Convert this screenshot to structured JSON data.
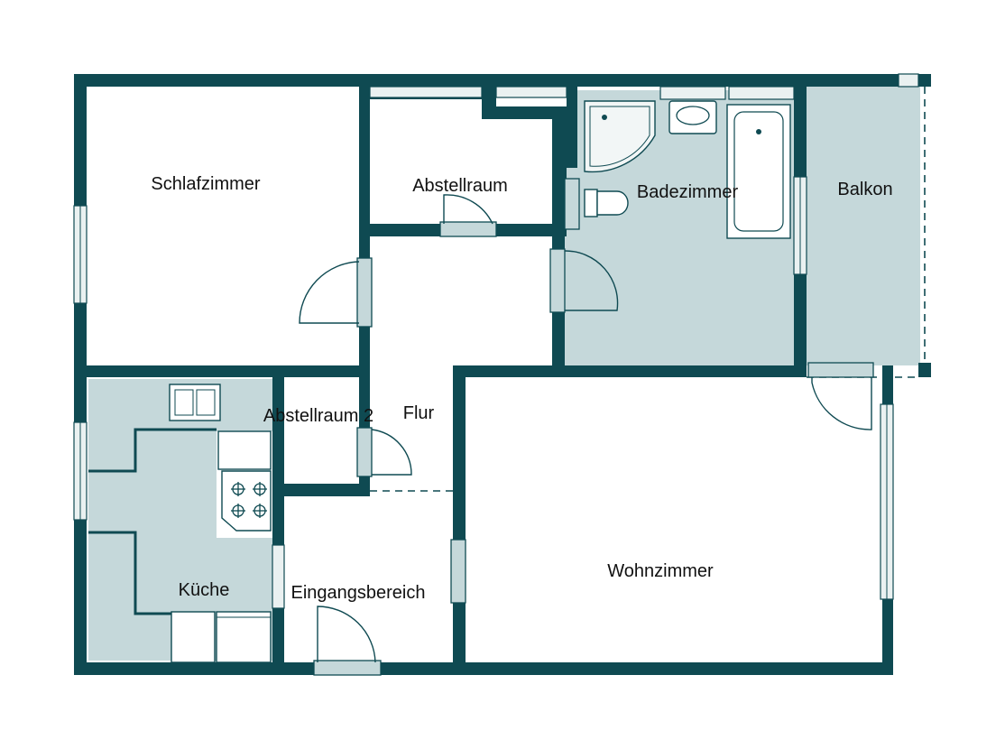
{
  "floor_plan": {
    "rooms": {
      "schlafzimmer": "Schlafzimmer",
      "abstellraum": "Abstellraum",
      "badezimmer": "Badezimmer",
      "balkon": "Balkon",
      "abstellraum_2": "Abstellraum 2",
      "flur": "Flur",
      "kueche": "Küche",
      "eingangsbereich": "Eingangsbereich",
      "wohnzimmer": "Wohnzimmer"
    },
    "colors": {
      "wall": "#0f4a52",
      "wet_area": "#c5d8da",
      "background": "#ffffff"
    }
  }
}
